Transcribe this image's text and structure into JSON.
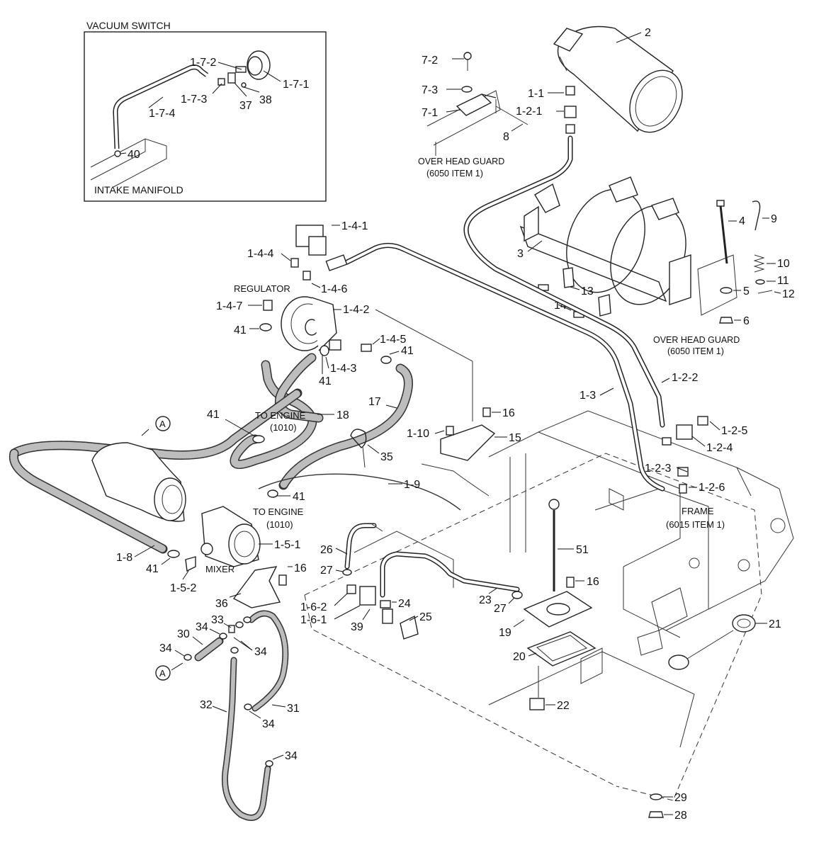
{
  "captions": {
    "vacuum_switch": "VACUUM SWITCH",
    "intake_manifold": "INTAKE MANIFOLD",
    "over_head_guard_1": "OVER HEAD GUARD",
    "ohg_item_1": "(6050 ITEM 1)",
    "over_head_guard_2": "OVER HEAD GUARD",
    "ohg_item_2": "(6050 ITEM 1)",
    "regulator": "REGULATOR",
    "to_engine_1": "TO ENGINE",
    "engine_ref_1": "(1010)",
    "to_engine_2": "TO ENGINE",
    "engine_ref_2": "(1010)",
    "mixer": "MIXER",
    "frame": "FRAME",
    "frame_item": "(6015 ITEM 1)",
    "circle_a_1": "A",
    "circle_a_2": "A"
  },
  "callouts": {
    "c172": "1-7-2",
    "c171": "1-7-1",
    "c173": "1-7-3",
    "c174": "1-7-4",
    "c37": "37",
    "c38": "38",
    "c40": "40",
    "c72": "7-2",
    "c73": "7-3",
    "c71": "7-1",
    "c8": "8",
    "c11": "1-1",
    "c121": "1-2-1",
    "c2": "2",
    "c4": "4",
    "c9": "9",
    "c3": "3",
    "c10": "10",
    "c11b": "11",
    "c5": "5",
    "c12": "12",
    "c13": "13",
    "c14": "14",
    "c6": "6",
    "c141": "1-4-1",
    "c144": "1-4-4",
    "c146": "1-4-6",
    "c147": "1-4-7",
    "c142": "1-4-2",
    "c145": "1-4-5",
    "c143": "1-4-3",
    "c41a": "41",
    "c41b": "41",
    "c41c": "41",
    "c41d": "41",
    "c41e": "41",
    "c41f": "41",
    "c18": "18",
    "c17": "17",
    "c16a": "16",
    "c110": "1-10",
    "c15": "15",
    "c35": "35",
    "c19b": "1-9",
    "c13b": "1-3",
    "c122": "1-2-2",
    "c125": "1-2-5",
    "c124": "1-2-4",
    "c123": "1-2-3",
    "c126": "1-2-6",
    "c18b": "1-8",
    "c151": "1-5-1",
    "c152": "1-5-2",
    "c51": "51",
    "c26": "26",
    "c27a": "27",
    "c16b": "16",
    "c16c": "16",
    "c36": "36",
    "c162": "1-6-2",
    "c24": "24",
    "c161": "1-6-1",
    "c39": "39",
    "c25": "25",
    "c23": "23",
    "c27b": "27",
    "c19": "19",
    "c20": "20",
    "c21": "21",
    "c22": "22",
    "c30": "30",
    "c34a": "34",
    "c33": "33",
    "c34b": "34",
    "c34c": "34",
    "c32": "32",
    "c31": "31",
    "c34d": "34",
    "c34e": "34",
    "c29": "29",
    "c28": "28"
  }
}
